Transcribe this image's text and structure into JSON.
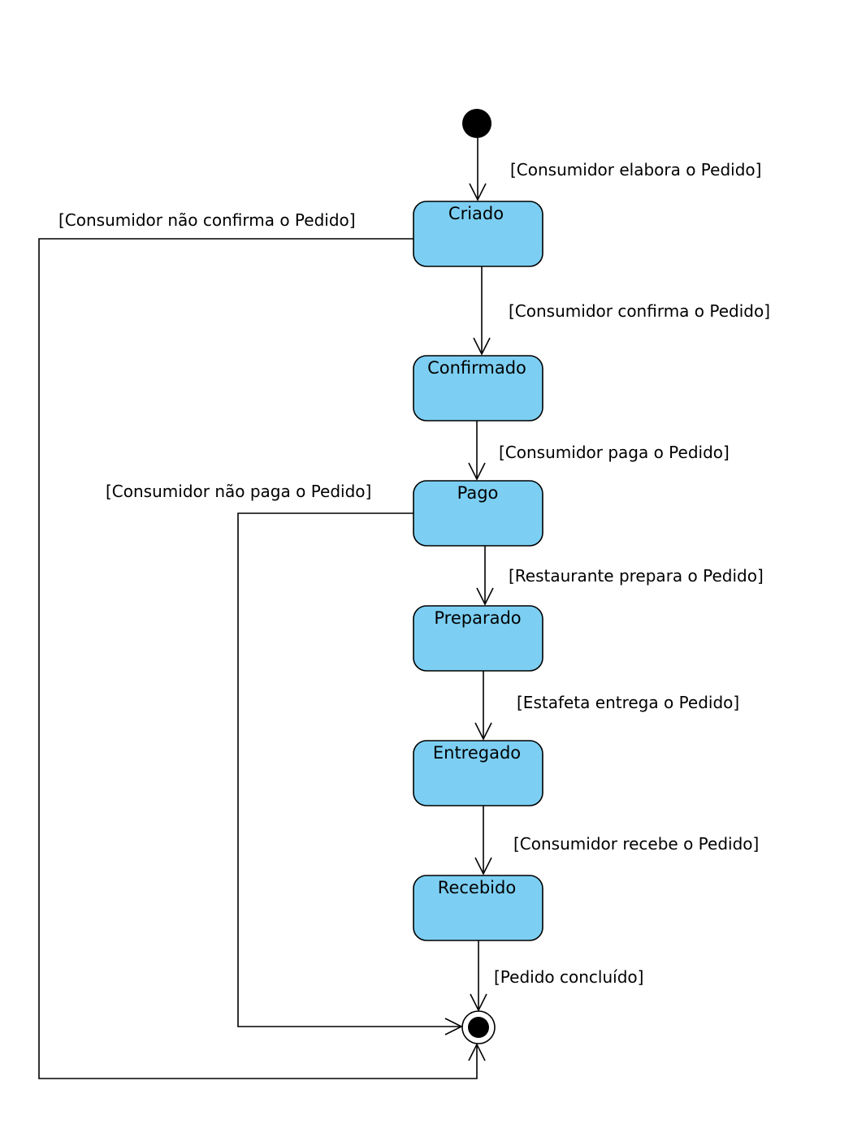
{
  "states": [
    {
      "id": "criado",
      "label": "Criado"
    },
    {
      "id": "confirmado",
      "label": "Confirmado"
    },
    {
      "id": "pago",
      "label": "Pago"
    },
    {
      "id": "preparado",
      "label": "Preparado"
    },
    {
      "id": "entregado",
      "label": "Entregado"
    },
    {
      "id": "recebido",
      "label": "Recebido"
    }
  ],
  "transitions": [
    {
      "from": "initial",
      "to": "criado",
      "guard": "[Consumidor elabora o Pedido]"
    },
    {
      "from": "criado",
      "to": "confirmado",
      "guard": "[Consumidor confirma o Pedido]"
    },
    {
      "from": "confirmado",
      "to": "pago",
      "guard": "[Consumidor paga o Pedido]"
    },
    {
      "from": "pago",
      "to": "preparado",
      "guard": "[Restaurante prepara o Pedido]"
    },
    {
      "from": "preparado",
      "to": "entregado",
      "guard": "[Estafeta entrega o Pedido]"
    },
    {
      "from": "entregado",
      "to": "recebido",
      "guard": "[Consumidor recebe o Pedido]"
    },
    {
      "from": "recebido",
      "to": "final",
      "guard": "[Pedido concluído]"
    },
    {
      "from": "criado",
      "to": "final",
      "guard": "[Consumidor não confirma o Pedido]"
    },
    {
      "from": "pago",
      "to": "final",
      "guard": "[Consumidor não paga o Pedido]"
    }
  ]
}
